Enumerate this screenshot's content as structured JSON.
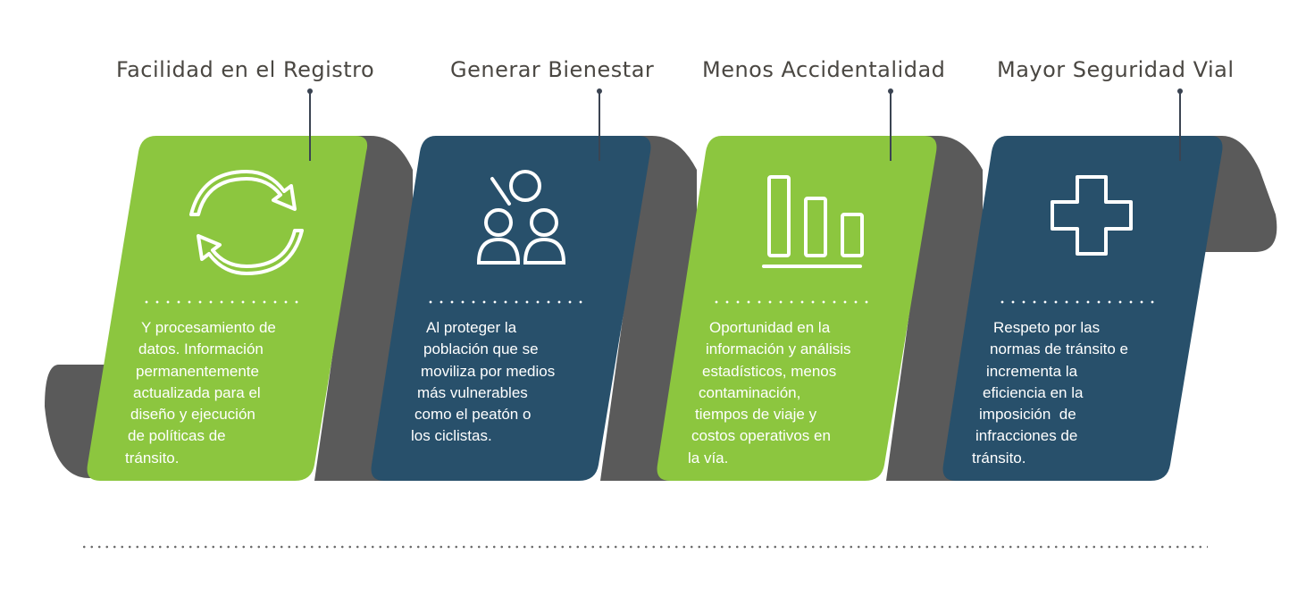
{
  "colors": {
    "green": "#8cc63f",
    "navy": "#28506b",
    "shadow": "#5a5a5a",
    "title_text": "#4a4742",
    "pin": "#3b4452"
  },
  "steps": [
    {
      "title": "Facilidad en el Registro",
      "icon": "refresh-arrows-icon",
      "color": "green",
      "description": [
        "Y procesamiento de",
        "datos. Información",
        "permanentemente",
        "actualizada para el",
        "diseño y ejecución",
        "de políticas de",
        "tránsito."
      ]
    },
    {
      "title": "Generar Bienestar",
      "icon": "people-group-icon",
      "color": "navy",
      "description": [
        "Al proteger la",
        "población que se",
        "moviliza por medios",
        "más vulnerables",
        "como el peatón o",
        "los ciclistas."
      ]
    },
    {
      "title": "Menos Accidentalidad",
      "icon": "bar-chart-icon",
      "color": "green",
      "description": [
        "Oportunidad en la",
        "información y análisis",
        "estadísticos, menos",
        "contaminación,",
        "tiempos de viaje y",
        "costos operativos en",
        "la vía."
      ]
    },
    {
      "title": "Mayor Seguridad Vial",
      "icon": "plus-cross-icon",
      "color": "navy",
      "description": [
        "Respeto por las",
        "normas de tránsito e",
        "incrementa la",
        "eficiencia en la",
        "imposición  de",
        "infracciones de",
        "tránsito."
      ]
    }
  ]
}
